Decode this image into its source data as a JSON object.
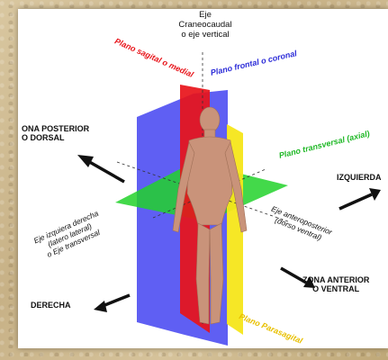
{
  "colors": {
    "sagittal": "#e8141a",
    "frontal": "#3c3cf0",
    "transverse": "#22d22a",
    "parasagittal": "#f6e61a",
    "skin": "#c9937a",
    "arrow": "#111111",
    "frame_background": "#cdb98f"
  },
  "labels": {
    "eje_vertical": "Eje\nCraneocaudal\no eje vertical",
    "plano_sagital": "Plano sagital o medial",
    "plano_frontal": "Plano frontal o coronal",
    "zona_posterior": "ONA POSTERIOR\nO DORSAL",
    "plano_transversal": "Plano transversal (axial)",
    "izquierda": "IZQUIERDA",
    "eje_izquierda_derecha": "Eje izquiera derecha\n(latero lateral)\no Eje transversal",
    "eje_anteroposterior": "Eje anteroposterior\n(dorso ventral)",
    "derecha": "DERECHA",
    "zona_anterior": "ZONA ANTERIOR\nO VENTRAL",
    "plano_parasagital": "Plano Parasagital"
  }
}
